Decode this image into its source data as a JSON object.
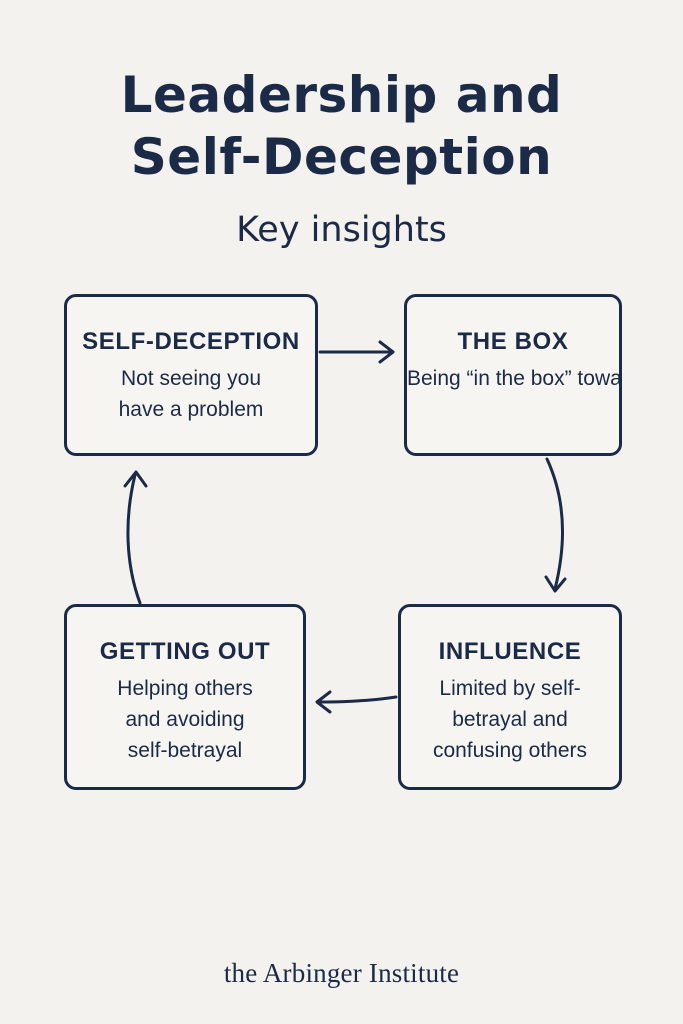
{
  "title": {
    "line1": "Leadership and",
    "line2": "Self-Deception"
  },
  "subtitle": "Key insights",
  "nodes": {
    "self_deception": {
      "heading": "SELF-DECEPTION",
      "text": "Not seeing you\nhave a problem"
    },
    "the_box": {
      "heading": "THE BOX",
      "text": "Being “in the\nbox” toward othe"
    },
    "influence": {
      "heading": "INFLUENCE",
      "text": "Limited by self-\nbetrayal and\nconfusing others"
    },
    "getting_out": {
      "heading": "GETTING OUT",
      "text": "Helping others\nand avoiding\nself-betrayal"
    }
  },
  "footer": "the Arbinger Institute",
  "colors": {
    "background": "#f4f2ef",
    "ink": "#1b2a47"
  }
}
